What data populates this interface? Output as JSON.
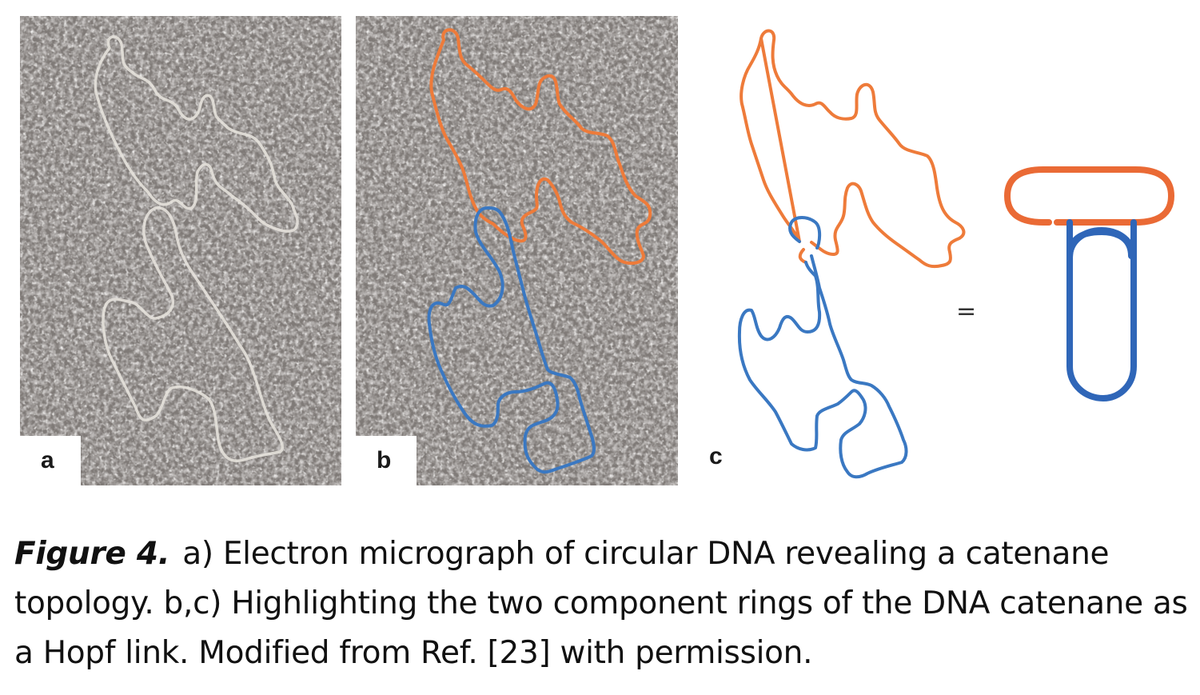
{
  "figure": {
    "panels": [
      {
        "id": "a",
        "label": "a",
        "type": "electron-micrograph",
        "description": "Unlabeled EM of circular DNA catenane"
      },
      {
        "id": "b",
        "label": "b",
        "type": "electron-micrograph-annotated",
        "description": "EM with two rings traced in orange and blue"
      },
      {
        "id": "c",
        "label": "c",
        "type": "schematic",
        "description": "Traced rings and simplified Hopf link"
      }
    ],
    "equals_sign": "=",
    "colors": {
      "ring_1": "#ee7b3a",
      "ring_2": "#3a78c2",
      "micrograph_bg": "#8d8885",
      "hopf_orange": "#ea6a35",
      "hopf_blue": "#2f66b8"
    }
  },
  "caption": {
    "label": "Figure 4.",
    "text": "a) Electron micrograph of circular DNA revealing a catenane topology. b,c) Highlighting the two component rings of the DNA catenane as a Hopf link. Modified from Ref. [23] with permission."
  }
}
